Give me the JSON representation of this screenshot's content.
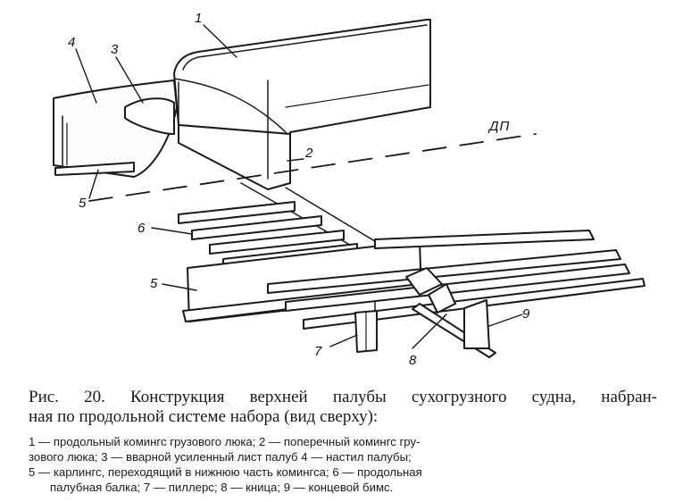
{
  "figure": {
    "labels": {
      "n1": "1",
      "n2": "2",
      "n3": "3",
      "n4": "4",
      "n5a": "5",
      "n5b": "5",
      "n6": "6",
      "n7": "7",
      "n8": "8",
      "n9": "9",
      "dp": "ДП"
    }
  },
  "caption": {
    "line1": "Рис. 20. Конструкция верхней палубы сухогрузного судна, набран-",
    "line2": "ная по продольной системе набора (вид сверху):"
  },
  "legend": {
    "rows": [
      "1 — продольный комингс грузового люка; 2 — поперечный комингс гру-",
      "зового люка; 3 — вварной усиленный лист палуб 4 — настил палубы;",
      "5 — карлингс, переходящий в нижнюю часть комингса; 6 — продольная",
      "палубная балка; 7 — пиллерс; 8 — кница; 9 — концевой бимс."
    ]
  },
  "colors": {
    "ink": "#1a1a1a",
    "paper": "#ffffff"
  }
}
